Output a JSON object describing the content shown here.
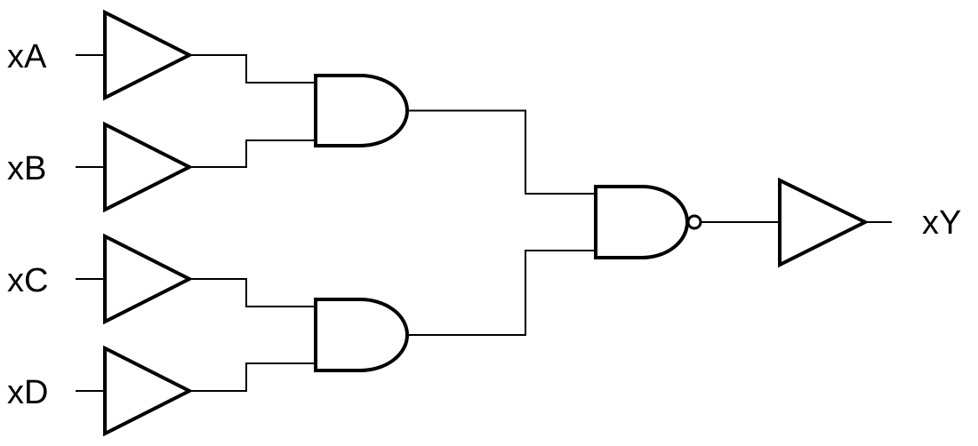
{
  "diagram": {
    "kind": "logic-circuit-schematic",
    "background_color": "#ffffff",
    "line_color": "#000000",
    "inputs": [
      {
        "label": "xA"
      },
      {
        "label": "xB"
      },
      {
        "label": "xC"
      },
      {
        "label": "xD"
      }
    ],
    "output": {
      "label": "xY"
    },
    "gates": [
      {
        "name": "input-buffer-a",
        "type": "buffer",
        "inputs": [
          "xA"
        ]
      },
      {
        "name": "input-buffer-b",
        "type": "buffer",
        "inputs": [
          "xB"
        ]
      },
      {
        "name": "input-buffer-c",
        "type": "buffer",
        "inputs": [
          "xC"
        ]
      },
      {
        "name": "input-buffer-d",
        "type": "buffer",
        "inputs": [
          "xD"
        ]
      },
      {
        "name": "and-gate-top",
        "type": "AND",
        "inputs": [
          "input-buffer-a",
          "input-buffer-b"
        ]
      },
      {
        "name": "and-gate-bottom",
        "type": "AND",
        "inputs": [
          "input-buffer-c",
          "input-buffer-d"
        ]
      },
      {
        "name": "nand-gate",
        "type": "NAND",
        "inputs": [
          "and-gate-top",
          "and-gate-bottom"
        ]
      },
      {
        "name": "output-buffer",
        "type": "buffer",
        "inputs": [
          "nand-gate"
        ],
        "drives": "xY"
      }
    ]
  }
}
